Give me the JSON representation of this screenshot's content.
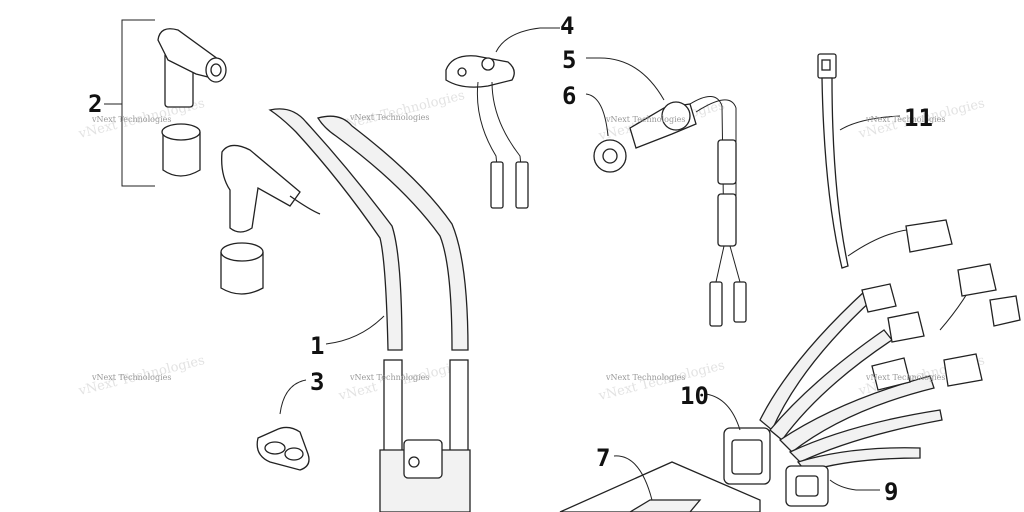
{
  "diagram": {
    "callouts": [
      {
        "id": "1",
        "label": "1"
      },
      {
        "id": "2",
        "label": "2"
      },
      {
        "id": "3",
        "label": "3"
      },
      {
        "id": "4",
        "label": "4"
      },
      {
        "id": "5",
        "label": "5"
      },
      {
        "id": "6",
        "label": "6"
      },
      {
        "id": "7",
        "label": "7"
      },
      {
        "id": "9",
        "label": "9"
      },
      {
        "id": "10",
        "label": "10"
      },
      {
        "id": "11",
        "label": "11"
      }
    ],
    "watermark": {
      "text": "vNext Technologies"
    }
  }
}
